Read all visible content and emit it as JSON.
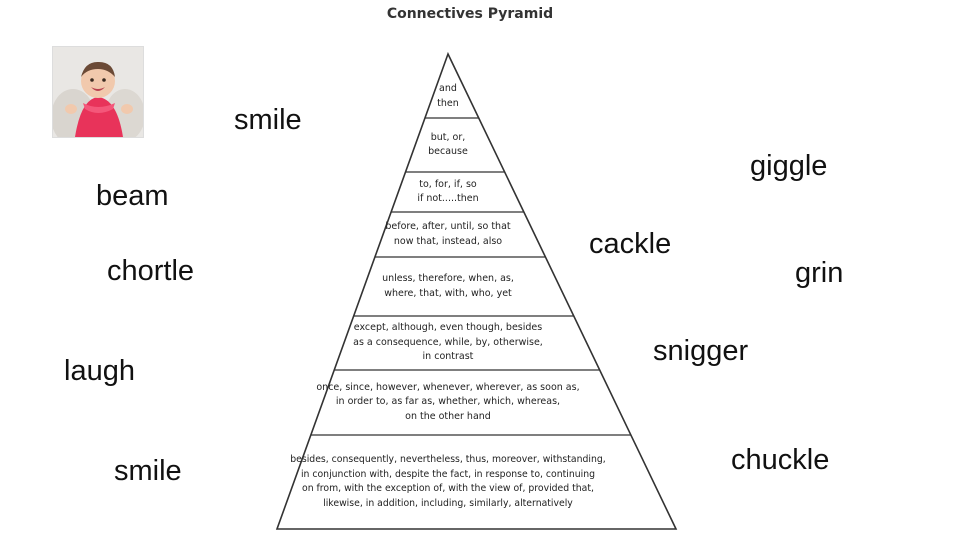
{
  "pyramid": {
    "title": "Connectives Pyramid",
    "tiers": [
      {
        "lines": [
          "and",
          "then"
        ]
      },
      {
        "lines": [
          "but, or,",
          "because"
        ]
      },
      {
        "lines": [
          "to, for, if, so",
          "if not.....then"
        ]
      },
      {
        "lines": [
          "before, after, until, so that",
          "now that, instead, also"
        ]
      },
      {
        "lines": [
          "unless, therefore, when, as,",
          "where, that, with, who, yet"
        ]
      },
      {
        "lines": [
          "except, although, even though, besides",
          "as a consequence, while, by, otherwise,",
          "in contrast"
        ]
      },
      {
        "lines": [
          "once, since, however, whenever, wherever, as soon as,",
          "in order to, as far as, whether, which, whereas,",
          "on the other hand"
        ]
      },
      {
        "lines": [
          "besides, consequently, nevertheless, thus, moreover, withstanding,",
          "in conjunction with, despite the fact, in response to, continuing",
          "on from, with the exception of, with the view of, provided that,",
          "likewise, in addition, including, similarly, alternatively"
        ]
      }
    ]
  },
  "words": {
    "smile_top": "smile",
    "beam": "beam",
    "chortle": "chortle",
    "laugh": "laugh",
    "smile_bottom": "smile",
    "giggle": "giggle",
    "cackle": "cackle",
    "grin": "grin",
    "snigger": "snigger",
    "chuckle": "chuckle"
  }
}
